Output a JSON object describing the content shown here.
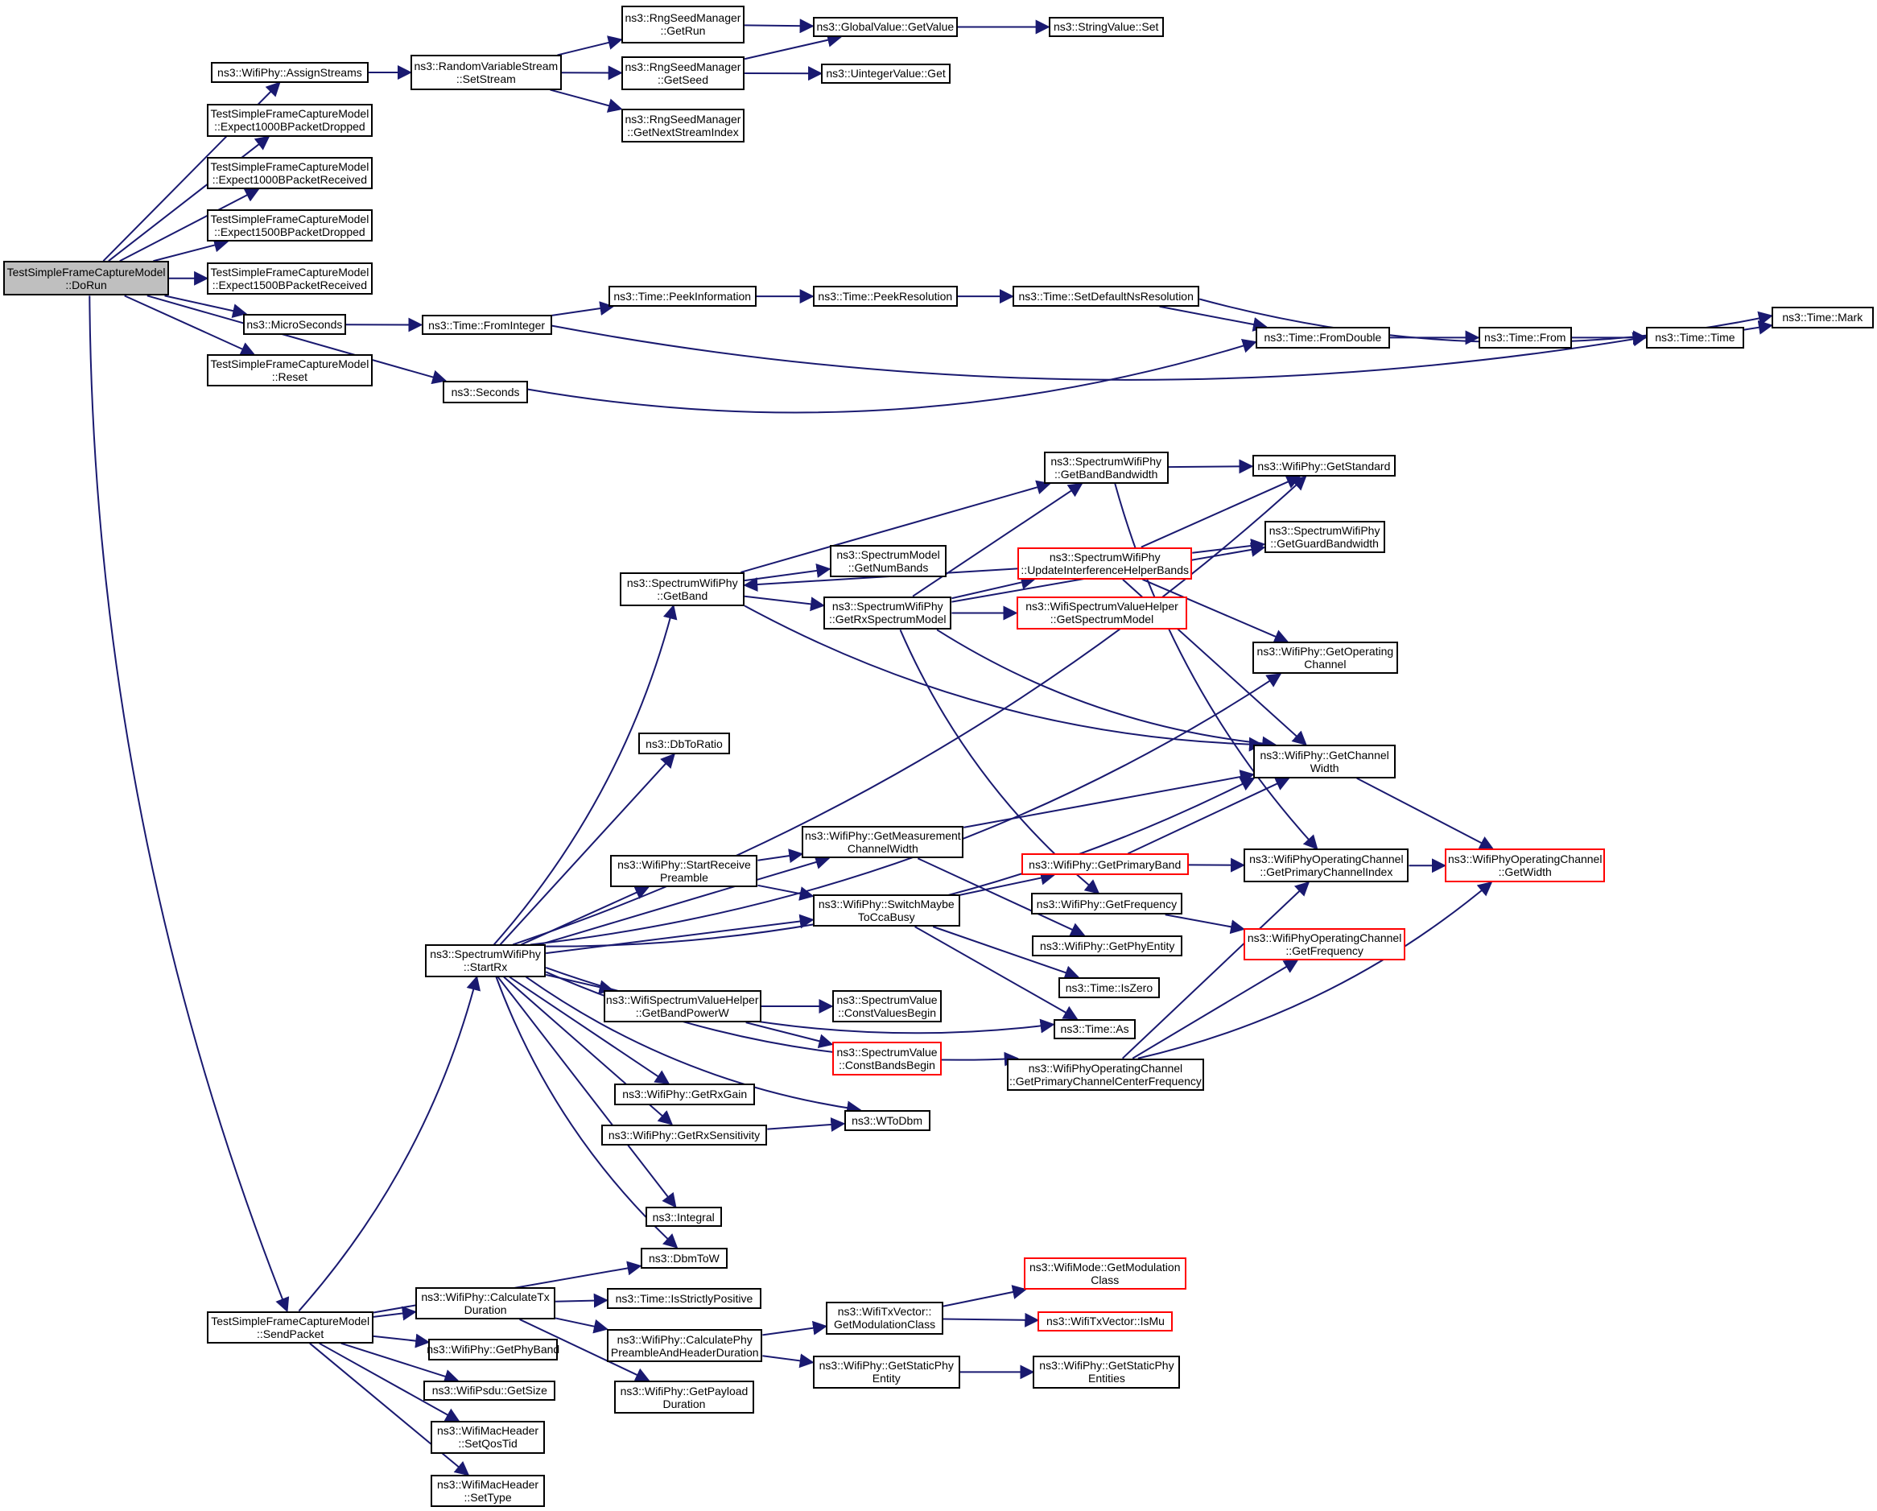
{
  "diagram": {
    "type": "call-graph",
    "root": "dorun",
    "colors": {
      "edge": "#191970",
      "node_border": "#000000",
      "truncated_border": "#ff0000",
      "root_fill": "#bfbfbf",
      "node_fill": "#ffffff"
    },
    "nodes": {
      "dorun": {
        "lines": [
          "TestSimpleFrameCaptureModel",
          "::DoRun"
        ],
        "style": "root"
      },
      "assignstreams": {
        "lines": [
          "ns3::WifiPhy::AssignStreams"
        ]
      },
      "exp1000dropped": {
        "lines": [
          "TestSimpleFrameCaptureModel",
          "::Expect1000BPacketDropped"
        ]
      },
      "exp1000received": {
        "lines": [
          "TestSimpleFrameCaptureModel",
          "::Expect1000BPacketReceived"
        ]
      },
      "exp1500dropped": {
        "lines": [
          "TestSimpleFrameCaptureModel",
          "::Expect1500BPacketDropped"
        ]
      },
      "exp1500received": {
        "lines": [
          "TestSimpleFrameCaptureModel",
          "::Expect1500BPacketReceived"
        ]
      },
      "microseconds": {
        "lines": [
          "ns3::MicroSeconds"
        ]
      },
      "reset": {
        "lines": [
          "TestSimpleFrameCaptureModel",
          "::Reset"
        ]
      },
      "seconds": {
        "lines": [
          "ns3::Seconds"
        ]
      },
      "setstream": {
        "lines": [
          "ns3::RandomVariableStream",
          "::SetStream"
        ]
      },
      "getrun": {
        "lines": [
          "ns3::RngSeedManager",
          "::GetRun"
        ]
      },
      "getseed": {
        "lines": [
          "ns3::RngSeedManager",
          "::GetSeed"
        ]
      },
      "getnextstream": {
        "lines": [
          "ns3::RngSeedManager",
          "::GetNextStreamIndex"
        ]
      },
      "globalgetvalue": {
        "lines": [
          "ns3::GlobalValue::GetValue"
        ]
      },
      "uintegerget": {
        "lines": [
          "ns3::UintegerValue::Get"
        ]
      },
      "stringset": {
        "lines": [
          "ns3::StringValue::Set"
        ]
      },
      "frominteger": {
        "lines": [
          "ns3::Time::FromInteger"
        ]
      },
      "peekinfo": {
        "lines": [
          "ns3::Time::PeekInformation"
        ]
      },
      "peekres": {
        "lines": [
          "ns3::Time::PeekResolution"
        ]
      },
      "setdefaultns": {
        "lines": [
          "ns3::Time::SetDefaultNsResolution"
        ]
      },
      "timemark": {
        "lines": [
          "ns3::Time::Mark"
        ]
      },
      "fromdouble": {
        "lines": [
          "ns3::Time::FromDouble"
        ]
      },
      "timefrom": {
        "lines": [
          "ns3::Time::From"
        ]
      },
      "timetime": {
        "lines": [
          "ns3::Time::Time"
        ]
      },
      "getbandbw": {
        "lines": [
          "ns3::SpectrumWifiPhy",
          "::GetBandBandwidth"
        ]
      },
      "getstandard": {
        "lines": [
          "ns3::WifiPhy::GetStandard"
        ]
      },
      "getguardbw": {
        "lines": [
          "ns3::SpectrumWifiPhy",
          "::GetGuardBandwidth"
        ]
      },
      "updateihb": {
        "lines": [
          "ns3::SpectrumWifiPhy",
          "::UpdateInterferenceHelperBands"
        ],
        "style": "red"
      },
      "getband": {
        "lines": [
          "ns3::SpectrumWifiPhy",
          "::GetBand"
        ]
      },
      "getnumbands": {
        "lines": [
          "ns3::SpectrumModel",
          "::GetNumBands"
        ]
      },
      "getrxspectrum": {
        "lines": [
          "ns3::SpectrumWifiPhy",
          "::GetRxSpectrumModel"
        ]
      },
      "getspectrummodel": {
        "lines": [
          "ns3::WifiSpectrumValueHelper",
          "::GetSpectrumModel"
        ],
        "style": "red"
      },
      "getopchannel": {
        "lines": [
          "ns3::WifiPhy::GetOperating",
          "Channel"
        ]
      },
      "dbtoratio": {
        "lines": [
          "ns3::DbToRatio"
        ]
      },
      "getchannelwidth": {
        "lines": [
          "ns3::WifiPhy::GetChannel",
          "Width"
        ]
      },
      "getmeaschw": {
        "lines": [
          "ns3::WifiPhy::GetMeasurement",
          "ChannelWidth"
        ]
      },
      "startrecvpreamble": {
        "lines": [
          "ns3::WifiPhy::StartReceive",
          "Preamble"
        ]
      },
      "getprimaryband": {
        "lines": [
          "ns3::WifiPhy::GetPrimaryBand"
        ],
        "style": "red"
      },
      "getprimarychidx": {
        "lines": [
          "ns3::WifiPhyOperatingChannel",
          "::GetPrimaryChannelIndex"
        ]
      },
      "opchgetwidth": {
        "lines": [
          "ns3::WifiPhyOperatingChannel",
          "::GetWidth"
        ],
        "style": "red"
      },
      "switchmaybe": {
        "lines": [
          "ns3::WifiPhy::SwitchMaybe",
          "ToCcaBusy"
        ]
      },
      "getfrequency": {
        "lines": [
          "ns3::WifiPhy::GetFrequency"
        ]
      },
      "opchgetfreq": {
        "lines": [
          "ns3::WifiPhyOperatingChannel",
          "::GetFrequency"
        ],
        "style": "red"
      },
      "getphyentity": {
        "lines": [
          "ns3::WifiPhy::GetPhyEntity"
        ]
      },
      "startrx": {
        "lines": [
          "ns3::SpectrumWifiPhy",
          "::StartRx"
        ]
      },
      "iszero": {
        "lines": [
          "ns3::Time::IsZero"
        ]
      },
      "timeas": {
        "lines": [
          "ns3::Time::As"
        ]
      },
      "getbandpowerw": {
        "lines": [
          "ns3::WifiSpectrumValueHelper",
          "::GetBandPowerW"
        ]
      },
      "constvaluesbegin": {
        "lines": [
          "ns3::SpectrumValue",
          "::ConstValuesBegin"
        ]
      },
      "constbandsbegin": {
        "lines": [
          "ns3::SpectrumValue",
          "::ConstBandsBegin"
        ],
        "style": "red"
      },
      "getprimarychcf": {
        "lines": [
          "ns3::WifiPhyOperatingChannel",
          "::GetPrimaryChannelCenterFrequency"
        ]
      },
      "getrxgain": {
        "lines": [
          "ns3::WifiPhy::GetRxGain"
        ]
      },
      "wtodbm": {
        "lines": [
          "ns3::WToDbm"
        ]
      },
      "getrxsens": {
        "lines": [
          "ns3::WifiPhy::GetRxSensitivity"
        ]
      },
      "integral": {
        "lines": [
          "ns3::Integral"
        ]
      },
      "dbmtow": {
        "lines": [
          "ns3::DbmToW"
        ]
      },
      "getmodclassmode": {
        "lines": [
          "ns3::WifiMode::GetModulation",
          "Class"
        ],
        "style": "red"
      },
      "calctxdur": {
        "lines": [
          "ns3::WifiPhy::CalculateTx",
          "Duration"
        ]
      },
      "isstrictpos": {
        "lines": [
          "ns3::Time::IsStrictlyPositive"
        ]
      },
      "sendpacket": {
        "lines": [
          "TestSimpleFrameCaptureModel",
          "::SendPacket"
        ]
      },
      "txvecgetmod": {
        "lines": [
          "ns3::WifiTxVector::",
          "GetModulationClass"
        ]
      },
      "ismu": {
        "lines": [
          "ns3::WifiTxVector::IsMu"
        ],
        "style": "red"
      },
      "calcpreamble": {
        "lines": [
          "ns3::WifiPhy::CalculatePhy",
          "PreambleAndHeaderDuration"
        ]
      },
      "getphyband": {
        "lines": [
          "ns3::WifiPhy::GetPhyBand"
        ]
      },
      "getstaticphyentity": {
        "lines": [
          "ns3::WifiPhy::GetStaticPhy",
          "Entity"
        ]
      },
      "getstaticphyentities": {
        "lines": [
          "ns3::WifiPhy::GetStaticPhy",
          "Entities"
        ]
      },
      "psdugetsize": {
        "lines": [
          "ns3::WifiPsdu::GetSize"
        ]
      },
      "getpayloaddur": {
        "lines": [
          "ns3::WifiPhy::GetPayload",
          "Duration"
        ]
      },
      "setqostid": {
        "lines": [
          "ns3::WifiMacHeader",
          "::SetQosTid"
        ]
      },
      "settype": {
        "lines": [
          "ns3::WifiMacHeader",
          "::SetType"
        ]
      }
    },
    "edges": [
      [
        "dorun",
        "assignstreams"
      ],
      [
        "dorun",
        "exp1000dropped"
      ],
      [
        "dorun",
        "exp1000received"
      ],
      [
        "dorun",
        "exp1500dropped"
      ],
      [
        "dorun",
        "exp1500received"
      ],
      [
        "dorun",
        "microseconds"
      ],
      [
        "dorun",
        "reset"
      ],
      [
        "dorun",
        "seconds"
      ],
      [
        "dorun",
        "sendpacket"
      ],
      [
        "assignstreams",
        "setstream"
      ],
      [
        "setstream",
        "getrun"
      ],
      [
        "setstream",
        "getseed"
      ],
      [
        "setstream",
        "getnextstream"
      ],
      [
        "getrun",
        "globalgetvalue"
      ],
      [
        "getseed",
        "globalgetvalue"
      ],
      [
        "getseed",
        "uintegerget"
      ],
      [
        "globalgetvalue",
        "stringset"
      ],
      [
        "microseconds",
        "frominteger"
      ],
      [
        "frominteger",
        "peekinfo"
      ],
      [
        "frominteger",
        "timetime"
      ],
      [
        "peekinfo",
        "peekres"
      ],
      [
        "peekres",
        "setdefaultns"
      ],
      [
        "setdefaultns",
        "timemark"
      ],
      [
        "setdefaultns",
        "fromdouble"
      ],
      [
        "seconds",
        "fromdouble"
      ],
      [
        "fromdouble",
        "timefrom"
      ],
      [
        "timefrom",
        "timetime"
      ],
      [
        "timetime",
        "timemark"
      ],
      [
        "startrx",
        "getband"
      ],
      [
        "startrx",
        "getstandard"
      ],
      [
        "startrx",
        "getopchannel"
      ],
      [
        "startrx",
        "dbtoratio"
      ],
      [
        "startrx",
        "getchannelwidth"
      ],
      [
        "startrx",
        "getmeaschw"
      ],
      [
        "startrx",
        "startrecvpreamble"
      ],
      [
        "startrx",
        "switchmaybe"
      ],
      [
        "startrx",
        "timeas"
      ],
      [
        "startrx",
        "getbandpowerw"
      ],
      [
        "startrx",
        "getrxgain"
      ],
      [
        "startrx",
        "wtodbm"
      ],
      [
        "startrx",
        "getrxsens"
      ],
      [
        "startrx",
        "getprimarychcf"
      ],
      [
        "startrx",
        "integral"
      ],
      [
        "startrx",
        "dbmtow"
      ],
      [
        "getband",
        "getnumbands"
      ],
      [
        "getband",
        "getrxspectrum"
      ],
      [
        "getband",
        "getbandbw"
      ],
      [
        "getband",
        "getchannelwidth"
      ],
      [
        "getrxspectrum",
        "getbandbw"
      ],
      [
        "getrxspectrum",
        "updateihb"
      ],
      [
        "getrxspectrum",
        "getspectrummodel"
      ],
      [
        "getrxspectrum",
        "getguardbw"
      ],
      [
        "getrxspectrum",
        "getchannelwidth"
      ],
      [
        "getrxspectrum",
        "getfrequency"
      ],
      [
        "getbandbw",
        "getstandard"
      ],
      [
        "getbandbw",
        "getprimarychidx"
      ],
      [
        "updateihb",
        "getband"
      ],
      [
        "updateihb",
        "getstandard"
      ],
      [
        "updateihb",
        "getguardbw"
      ],
      [
        "updateihb",
        "getopchannel"
      ],
      [
        "updateihb",
        "getchannelwidth"
      ],
      [
        "getchannelwidth",
        "opchgetwidth"
      ],
      [
        "getmeaschw",
        "getchannelwidth"
      ],
      [
        "getmeaschw",
        "getphyentity"
      ],
      [
        "startrecvpreamble",
        "getmeaschw"
      ],
      [
        "startrecvpreamble",
        "switchmaybe"
      ],
      [
        "switchmaybe",
        "getprimaryband"
      ],
      [
        "switchmaybe",
        "iszero"
      ],
      [
        "switchmaybe",
        "timeas"
      ],
      [
        "getprimaryband",
        "getchannelwidth"
      ],
      [
        "getprimaryband",
        "getprimarychidx"
      ],
      [
        "getprimarychidx",
        "opchgetwidth"
      ],
      [
        "getfrequency",
        "opchgetfreq"
      ],
      [
        "getprimarychcf",
        "getprimarychidx"
      ],
      [
        "getprimarychcf",
        "opchgetfreq"
      ],
      [
        "getprimarychcf",
        "opchgetwidth"
      ],
      [
        "getbandpowerw",
        "constvaluesbegin"
      ],
      [
        "getbandpowerw",
        "constbandsbegin"
      ],
      [
        "getrxsens",
        "wtodbm"
      ],
      [
        "sendpacket",
        "startrx"
      ],
      [
        "sendpacket",
        "dbmtow"
      ],
      [
        "sendpacket",
        "calctxdur"
      ],
      [
        "sendpacket",
        "getphyband"
      ],
      [
        "sendpacket",
        "psdugetsize"
      ],
      [
        "sendpacket",
        "setqostid"
      ],
      [
        "sendpacket",
        "settype"
      ],
      [
        "calctxdur",
        "isstrictpos"
      ],
      [
        "calctxdur",
        "calcpreamble"
      ],
      [
        "calctxdur",
        "getpayloaddur"
      ],
      [
        "calcpreamble",
        "txvecgetmod"
      ],
      [
        "calcpreamble",
        "getstaticphyentity"
      ],
      [
        "txvecgetmod",
        "getmodclassmode"
      ],
      [
        "txvecgetmod",
        "ismu"
      ],
      [
        "getstaticphyentity",
        "getstaticphyentities"
      ]
    ]
  }
}
